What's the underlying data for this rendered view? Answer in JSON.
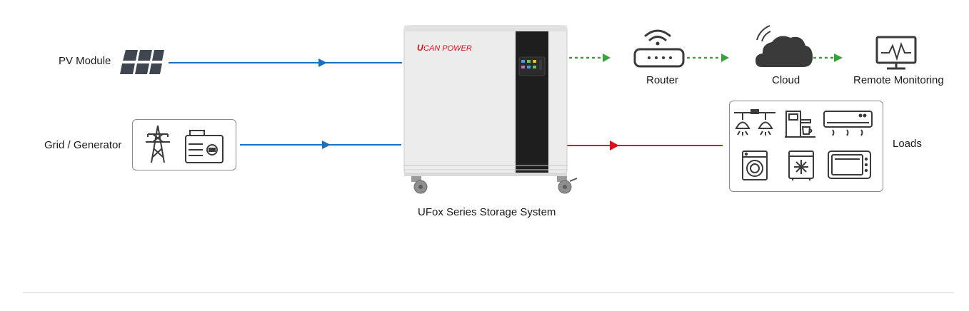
{
  "labels": {
    "pv_module": "PV Module",
    "grid_generator": "Grid / Generator",
    "storage_system": "UFox Series Storage System",
    "router": "Router",
    "cloud": "Cloud",
    "remote_monitoring": "Remote Monitoring",
    "loads": "Loads"
  },
  "brand": {
    "logo_text": "CAN POWER",
    "logo_accent": "U"
  },
  "colors": {
    "input_flow": "#1a6fc0",
    "output_flow": "#d6141c",
    "data_flow": "#3aa23a",
    "icon": "#3a3a3a"
  }
}
